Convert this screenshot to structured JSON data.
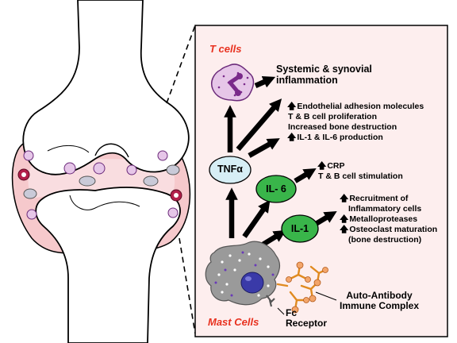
{
  "panel": {
    "tcells_label": "T cells",
    "mastcells_label": "Mast Cells",
    "nodes": {
      "tnf": "TNFα",
      "il6": "IL- 6",
      "il1": "IL-1"
    },
    "systemic": [
      "Systemic & synovial",
      "inflammation"
    ],
    "tnf_effects": [
      {
        "arrow": "🡅",
        "text": "Endothelial adhesion molecules"
      },
      {
        "arrow": "",
        "text": "T & B cell proliferation"
      },
      {
        "arrow": "",
        "text": "Increased bone destruction"
      },
      {
        "arrow": "🡅",
        "text": "IL-1 & IL-6 production"
      }
    ],
    "il6_effects": [
      {
        "arrow": "🡅",
        "text": "CRP"
      },
      {
        "arrow": "",
        "text": "T & B cell stimulation"
      }
    ],
    "il1_effects": [
      {
        "arrow": "🡅",
        "text": "Recruitment of"
      },
      {
        "arrow": "",
        "text": "Inflammatory cells"
      },
      {
        "arrow": "🡅",
        "text": "Metalloproteases"
      },
      {
        "arrow": "🡅",
        "text": "Osteoclast maturation"
      },
      {
        "arrow": "",
        "text": "(bone destruction)"
      }
    ],
    "fc_receptor": [
      "Fc",
      "Receptor"
    ],
    "immune_complex": [
      "Auto-Antibody",
      "Immune Complex"
    ]
  },
  "colors": {
    "panel_bg": "#fdeeee",
    "red_label": "#e8311f",
    "tnf_fill": "#d6eef5",
    "il_fill": "#39b54a",
    "joint_capsule": "#f6c9cc",
    "mast_cell": "#9a9a9a",
    "nucleus": "#3a3aa8",
    "tcell": "#e6c6e8",
    "antibody": "#e08a1f"
  }
}
